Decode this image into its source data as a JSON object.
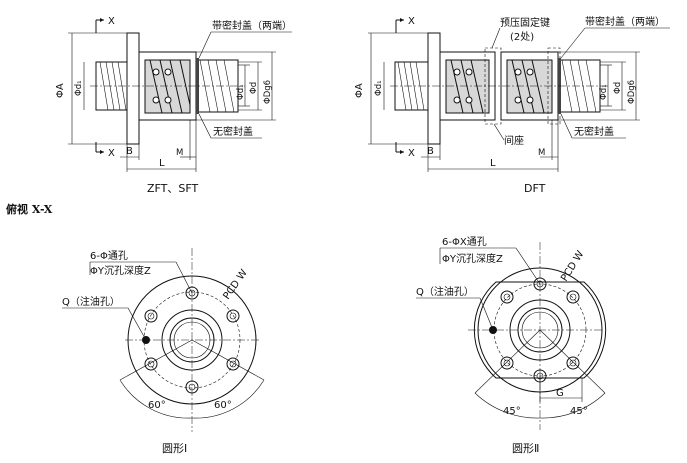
{
  "top_left": {
    "caption": "ZFT、SFT",
    "view_mark": "X",
    "label_seal": "带密封盖（两端）",
    "label_noseal": "无密封盖",
    "dims": {
      "phiA": "ΦA",
      "phid1": "Φd₁",
      "phidr": "Φd₁",
      "phid": "Φd",
      "phiDg6": "ΦDg6",
      "B": "B",
      "L": "L",
      "M": "M"
    }
  },
  "top_right": {
    "caption": "DFT",
    "view_mark": "X",
    "label_preload": "预压固定键",
    "label_preload_count": "(2处)",
    "label_seal": "带密封盖（两端）",
    "label_spacer": "间座",
    "label_noseal": "无密封盖",
    "dims": {
      "phiA": "ΦA",
      "phid1": "Φd₁",
      "phidr": "Φd₁",
      "phid": "Φd",
      "phiDg6": "ΦDg6",
      "B": "B",
      "L": "L",
      "M": "M"
    }
  },
  "section_title": "俯视 X-X",
  "bottom_left": {
    "hole_label": "6-Φ通孔",
    "counterbore_label": "ΦY沉孔深度Z",
    "pcd": "PCD W",
    "oil_hole": "Q（注油孔）",
    "angle_left": "60°",
    "angle_right": "60°",
    "caption": "圆形Ⅰ"
  },
  "bottom_right": {
    "hole_label": "6-ΦX通孔",
    "counterbore_label": "ΦY沉孔深度Z",
    "pcd": "PCD W",
    "oil_hole": "Q（注油孔）",
    "angle_left": "45°",
    "angle_right": "45°",
    "dim_g": "G",
    "caption": "圆形Ⅱ"
  }
}
